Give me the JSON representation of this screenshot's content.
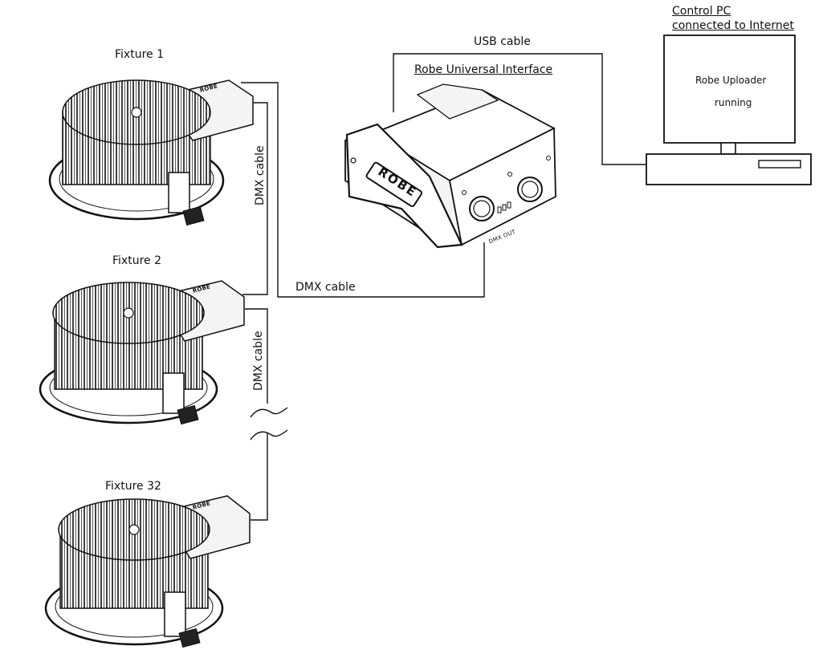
{
  "fixtures": [
    {
      "label": "Fixture 1",
      "badge": "ROBE"
    },
    {
      "label": "Fixture 2",
      "badge": "ROBE"
    },
    {
      "label": "Fixture 32",
      "badge": "ROBE"
    }
  ],
  "cables": {
    "usb": "USB cable",
    "dmx_main": "DMX cable",
    "dmx_link_1": "DMX cable",
    "dmx_link_2": "DMX cable"
  },
  "interface": {
    "title": "Robe Universal Interface",
    "brand": "ROBE",
    "port_label": "DMX OUT"
  },
  "pc": {
    "title_line1": "Control PC",
    "title_line2": "connected to Internet",
    "screen_line1": "Robe Uploader",
    "screen_line2": "running"
  },
  "colors": {
    "ink": "#111111",
    "background": "#ffffff",
    "body_fill": "#f4f4f4"
  }
}
